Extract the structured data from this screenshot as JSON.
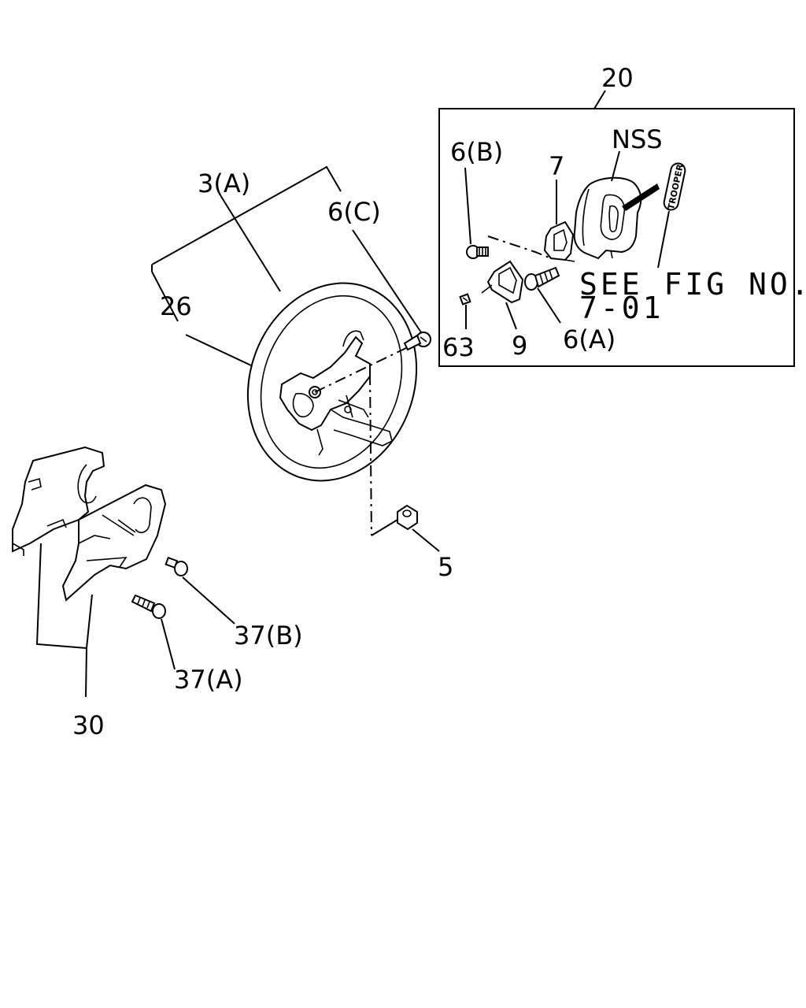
{
  "labels": {
    "l20": "20",
    "nss": "NSS",
    "l6b": "6(B)",
    "l7": "7",
    "see_fig_1": "SEE FIG NO.",
    "see_fig_2": "7-01",
    "l63": "63",
    "l9": "9",
    "l6a": "6(A)",
    "l3a": "3(A)",
    "l6c": "6(C)",
    "l26": "26",
    "l5": "5",
    "l37b": "37(B)",
    "l37a": "37(A)",
    "l30": "30",
    "badge": "TROOPER"
  }
}
